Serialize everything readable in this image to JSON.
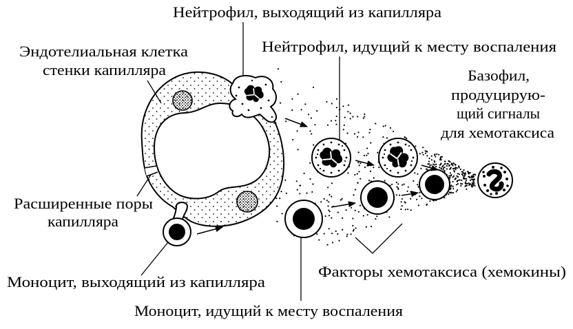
{
  "labels": {
    "neutrophil_exiting": "Нейтрофил, выходящий из капилляра",
    "neutrophil_migrating": "Нейтрофил, идущий к месту воспаления",
    "endothelial_cell": [
      "Эндотелиальная клетка",
      "стенки капилляра"
    ],
    "basophil": [
      "Базофил,",
      "продуцирую-",
      "щий сигналы",
      "для хемотаксиса"
    ],
    "dilated_pores": [
      "Расширенные поры",
      "капилляра"
    ],
    "monocyte_exiting": "Моноцит, выходящий из капилляра",
    "chemotaxis_factors": "Факторы хемотаксиса (хемокины)",
    "monocyte_migrating": "Моноцит, идущий к месту воспаления"
  }
}
